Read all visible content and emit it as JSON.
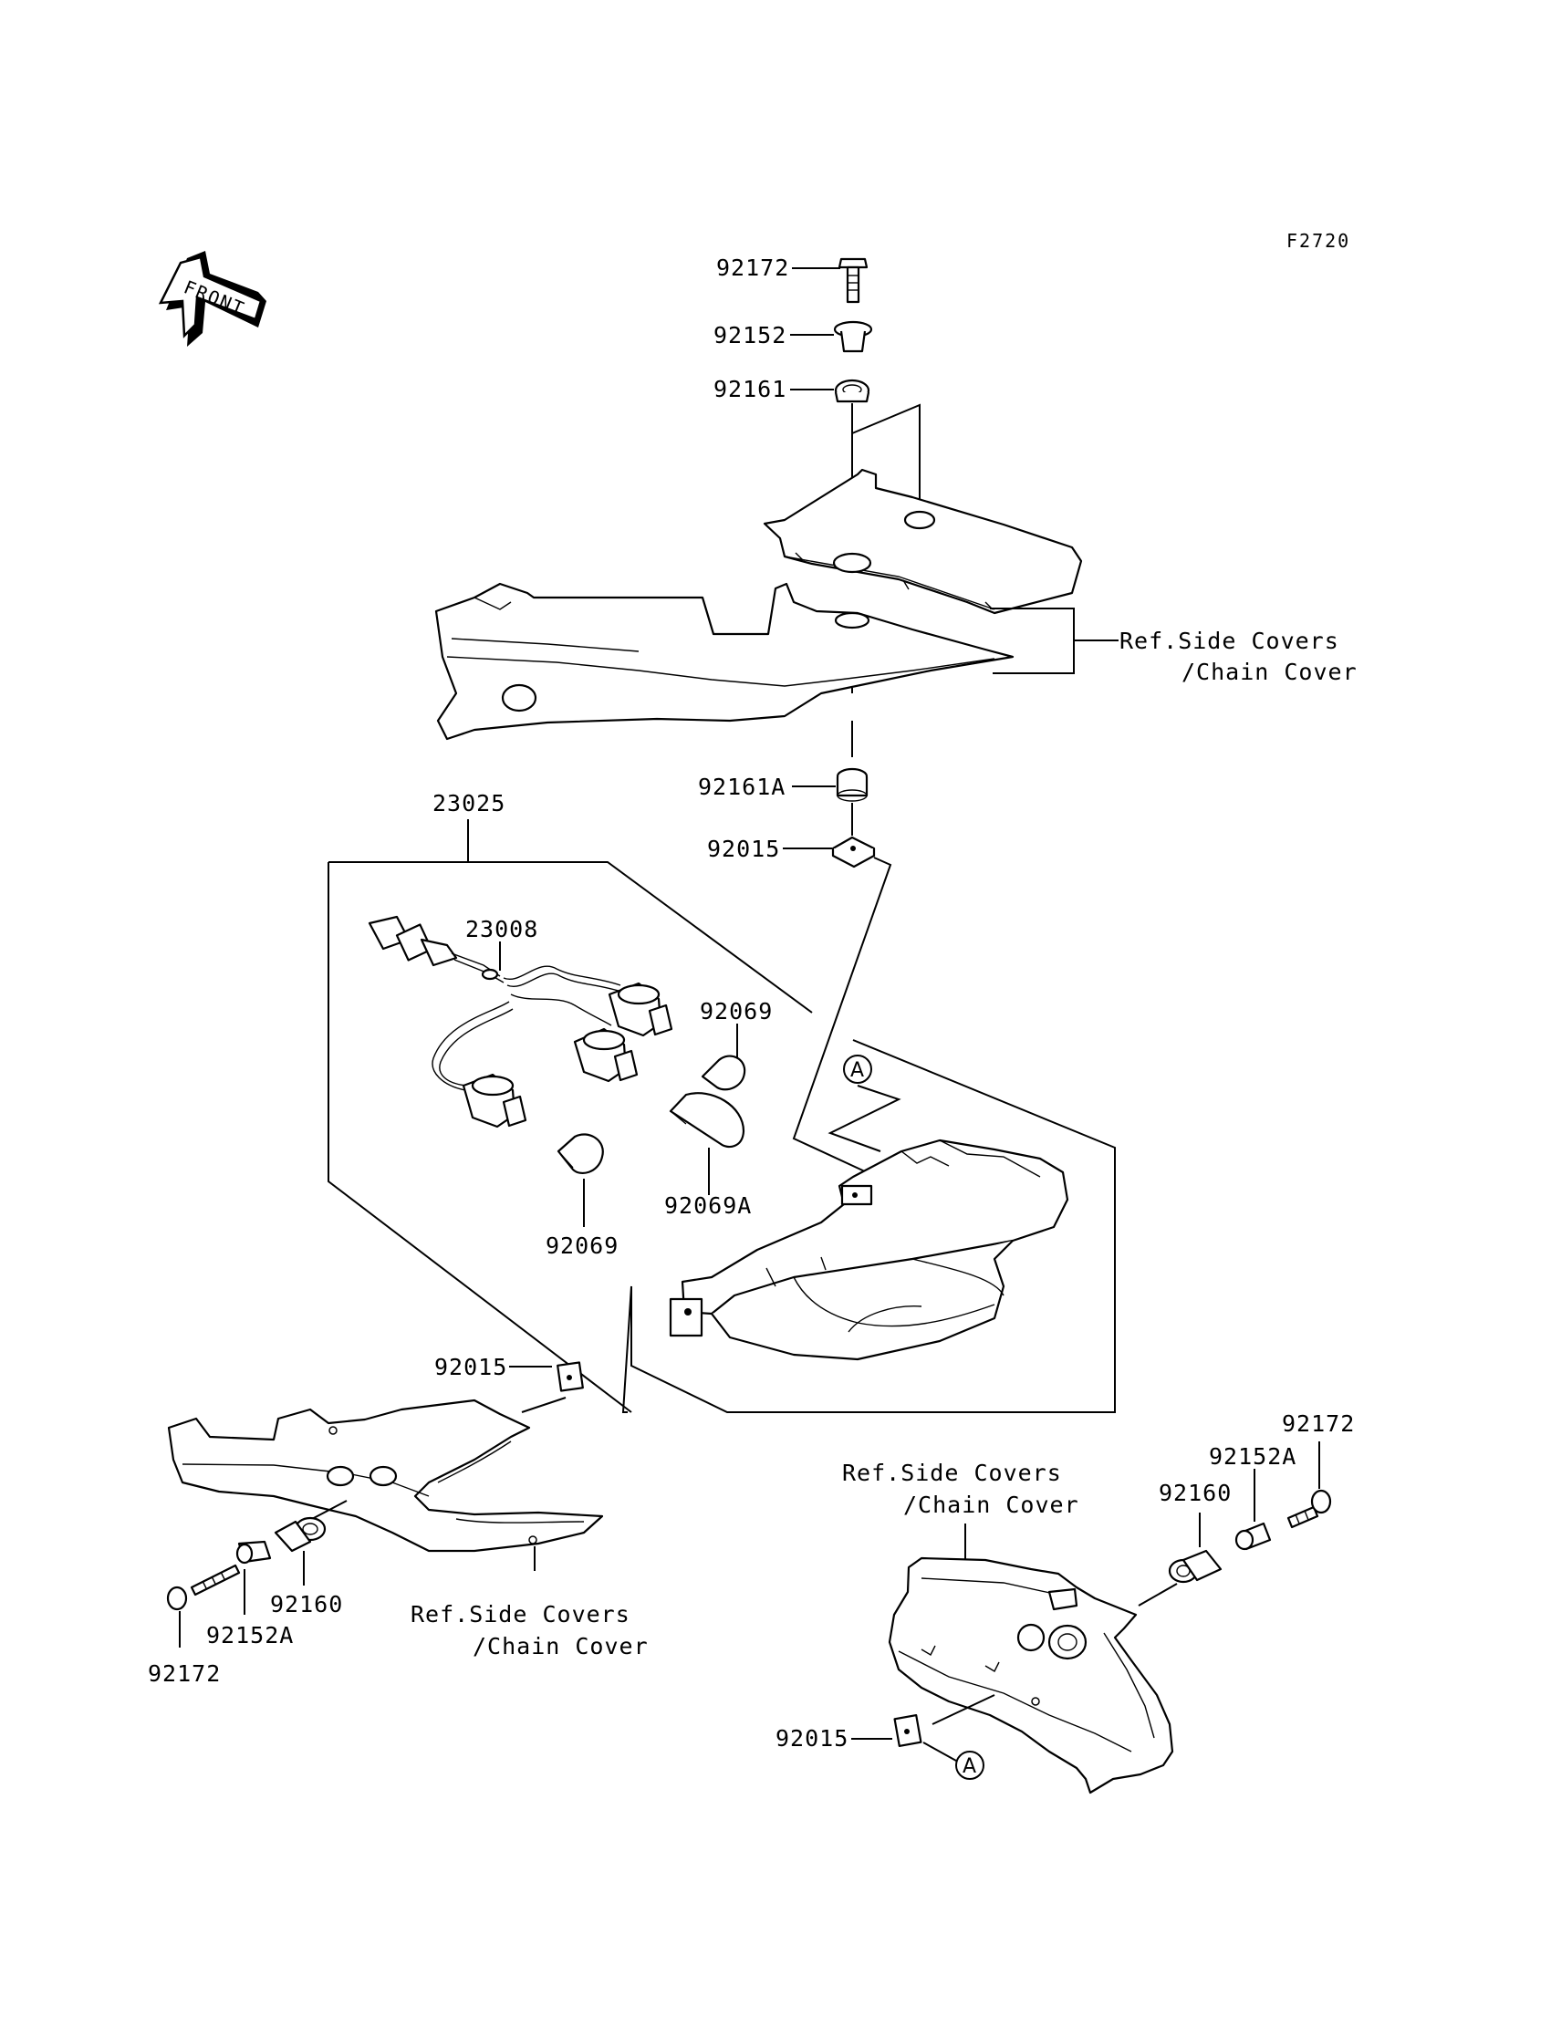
{
  "figure_code": "F2720",
  "front_label": "FRONT",
  "callout_letter": "A",
  "labels": {
    "p92172_top": "92172",
    "p92152_top": "92152",
    "p92161_top": "92161",
    "ref_top_1": "Ref.Side Covers",
    "ref_top_2": "/Chain Cover",
    "p92161A": "92161A",
    "p92015_top": "92015",
    "p23025": "23025",
    "p23008": "23008",
    "p92069_right": "92069",
    "p92069A": "92069A",
    "p92069_low": "92069",
    "p92015_mid": "92015",
    "ref_left_1": "Ref.Side Covers",
    "ref_left_2": "/Chain Cover",
    "p92160_left": "92160",
    "p92152A_left": "92152A",
    "p92172_left": "92172",
    "ref_right_1": "Ref.Side Covers",
    "ref_right_2": "/Chain Cover",
    "p92172_right": "92172",
    "p92152A_right": "92152A",
    "p92160_right": "92160",
    "p92015_right": "92015"
  }
}
